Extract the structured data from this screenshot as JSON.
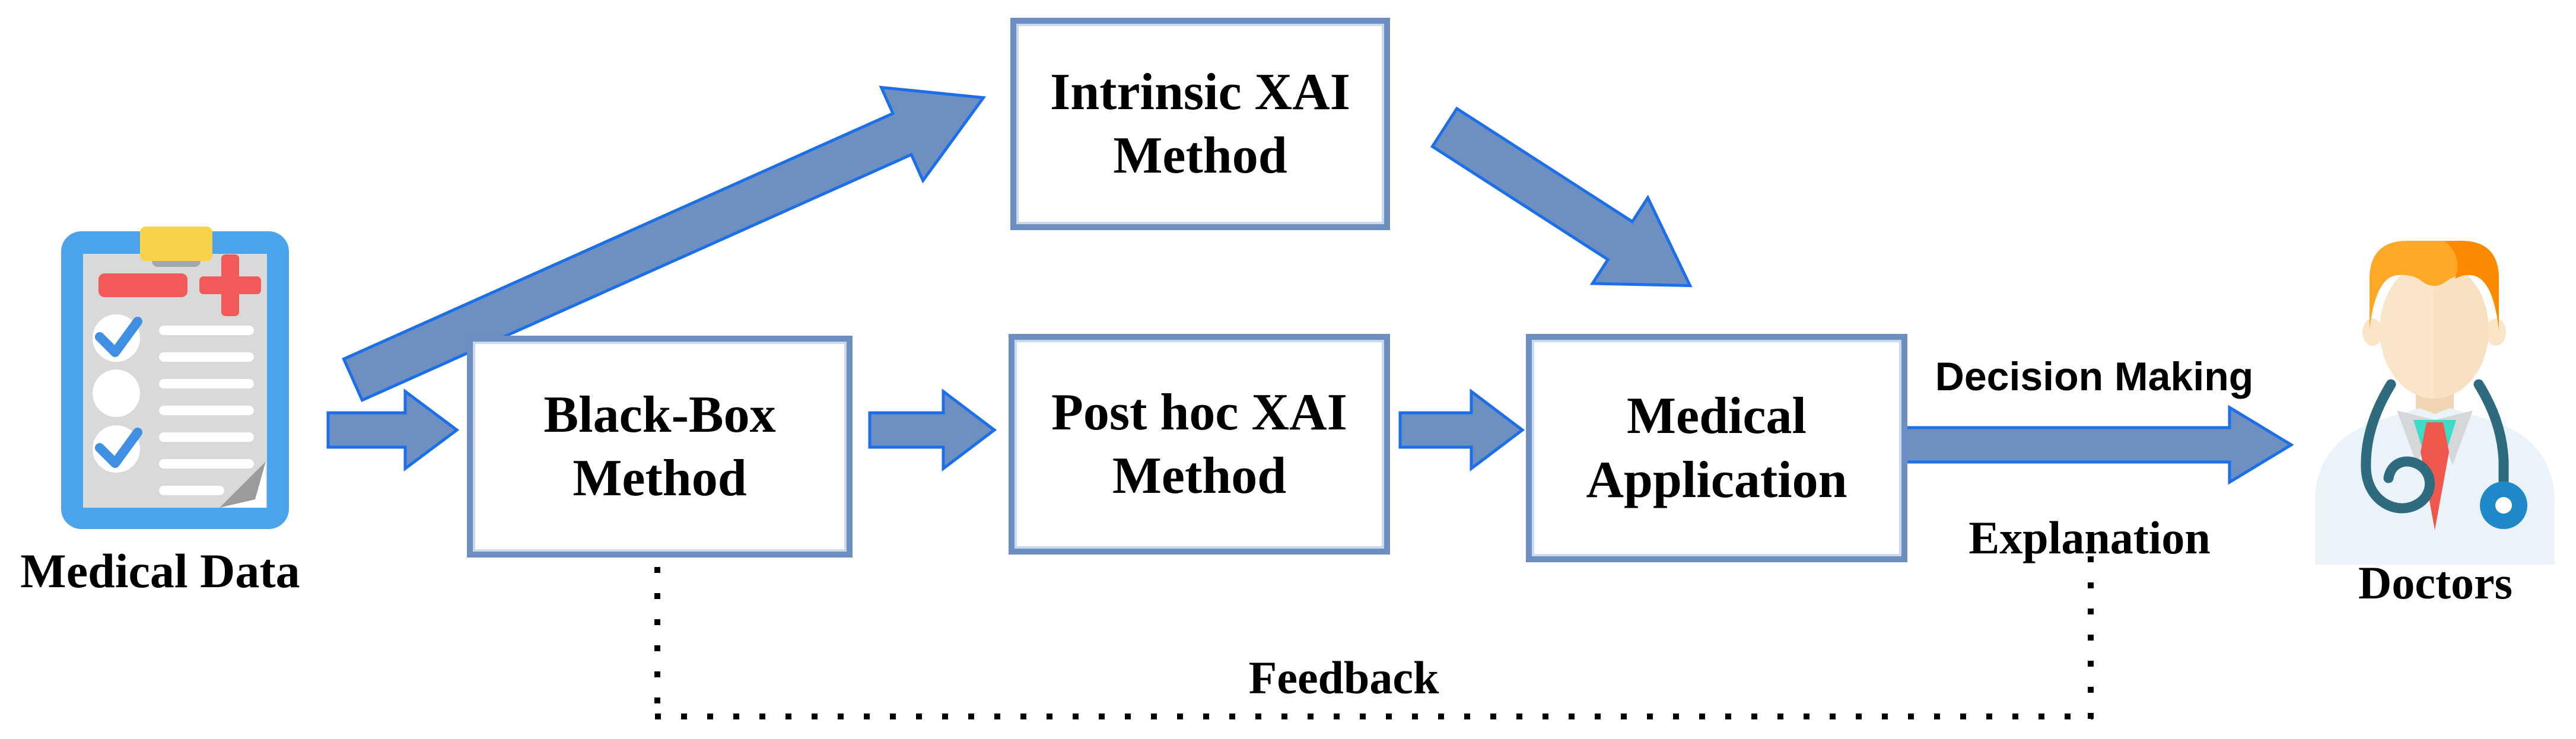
{
  "nodes": [
    {
      "id": "intrinsic-xai",
      "line1": "Intrinsic XAI",
      "line2": "Method"
    },
    {
      "id": "black-box",
      "line1": "Black-Box",
      "line2": "Method"
    },
    {
      "id": "post-hoc-xai",
      "line1": "Post hoc XAI",
      "line2": "Method"
    },
    {
      "id": "medical-application",
      "line1": "Medical",
      "line2": "Application"
    }
  ],
  "endpoints": [
    {
      "id": "medical-data",
      "label": "Medical Data",
      "icon": "clipboard-checklist-icon"
    },
    {
      "id": "doctors",
      "label": "Doctors",
      "icon": "doctor-avatar-icon"
    }
  ],
  "edge_labels": {
    "decision_making": "Decision Making",
    "explanation": "Explanation",
    "feedback": "Feedback"
  },
  "colors": {
    "background": "#FFFFFF",
    "box_border": "#6D8EC1",
    "box_border_inner": "#CBD9EE",
    "arrow_fill": "#6E90C1",
    "arrow_outline": "#1C6FE8",
    "feedback_line": "#000000",
    "text": "#000000",
    "clipboard": {
      "frame": "#4BA4E9",
      "paper": "#D9D9D9",
      "clip": "#F8D248",
      "accent_red": "#F25A5A",
      "check_blue": "#3F8FE3"
    },
    "doctor": {
      "hair": "#FFA726",
      "hair_shade": "#FB8A00",
      "skin": "#FAE5C8",
      "coat": "#EAF3FA",
      "collar": "#D5D7D9",
      "shirt": "#3EDBC6",
      "tie": "#F0584E",
      "stethoscope": "#2F6B7E",
      "chest_piece": "#1E88C8"
    }
  }
}
